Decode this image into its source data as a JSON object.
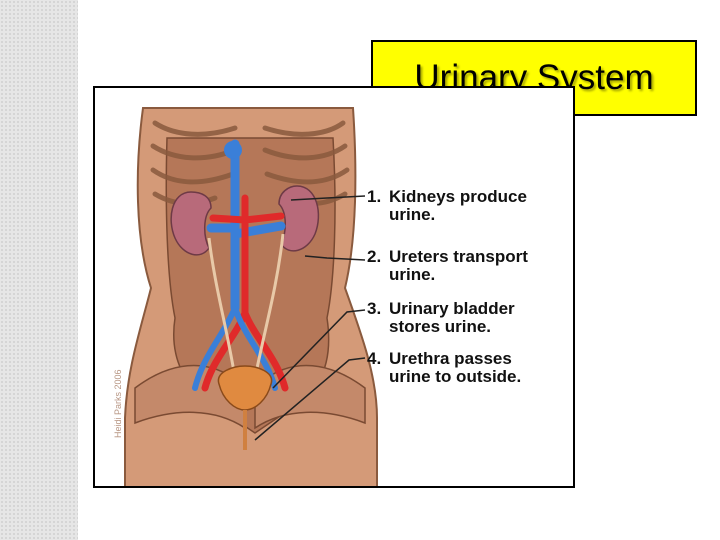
{
  "slide": {
    "title": "Urinary System"
  },
  "diagram": {
    "watermark": "Heidi Parks 2006",
    "labels": [
      {
        "number": "1.",
        "line1": "Kidneys produce",
        "line2": "urine."
      },
      {
        "number": "2.",
        "line1": "Ureters transport",
        "line2": "urine."
      },
      {
        "number": "3.",
        "line1": "Urinary bladder",
        "line2": "stores urine."
      },
      {
        "number": "4.",
        "line1": "Urethra passes",
        "line2": "urine to outside."
      }
    ]
  },
  "colors": {
    "title_background": "#ffff00",
    "skin": "#d49a78",
    "kidney": "#b86a7a",
    "vein": "#3a7fd8",
    "artery": "#e02a2a",
    "bladder": "#e08a40"
  }
}
